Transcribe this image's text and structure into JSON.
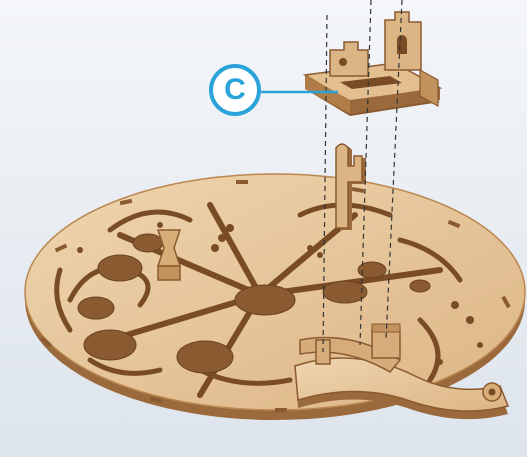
{
  "callout": {
    "label": "C"
  },
  "colors": {
    "background": "#e9eef3",
    "wood_light": "#e8c9a0",
    "wood_mid": "#d6ac7a",
    "wood_edge": "#9a6a3c",
    "wood_dark": "#7a4c26",
    "callout_accent": "#2aa3d8",
    "guide_line": "#333333"
  },
  "icons": [
    "callout-marker-c",
    "assembly-guide-lines"
  ]
}
